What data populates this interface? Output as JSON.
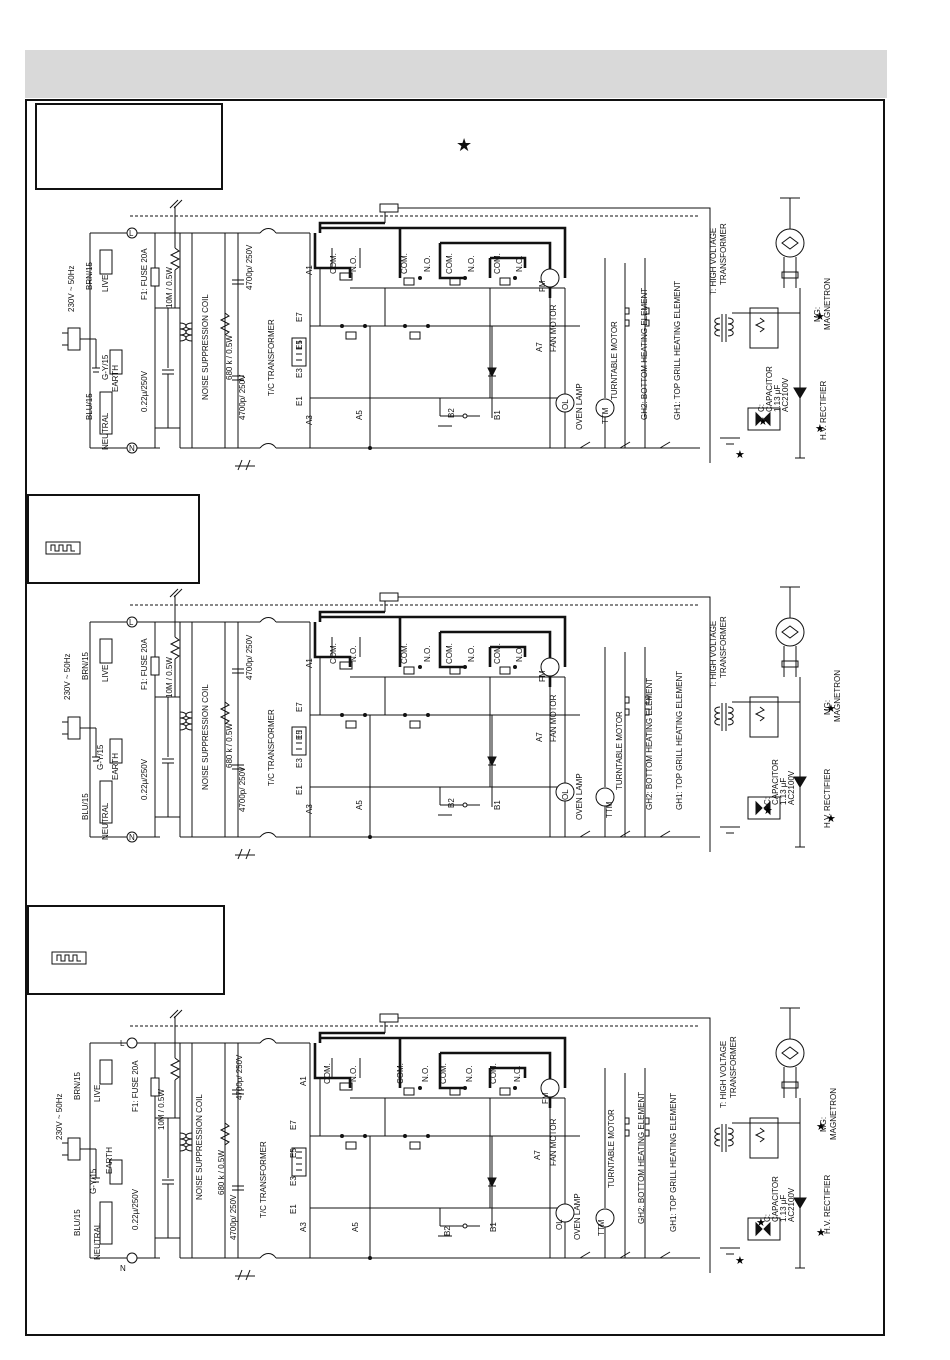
{
  "star_symbol": "★",
  "labels": {
    "supply": "230V ~ 50Hz",
    "brn": "BRN/15",
    "blu": "BLU/15",
    "gy": "G-Y/15",
    "live": "LIVE",
    "neutral": "NEUTRAL",
    "earth": "EARTH",
    "fuse": "F1: FUSE 20A",
    "res10m": "10M / 0.5W",
    "cap022": "0.22μ/250V",
    "noise_coil": "NOISE SUPPRESSION COIL",
    "res680k": "680 k / 0.5W",
    "cap4700a": "4700p/ 250V",
    "cap4700b": "4700p/ 250V",
    "tc": "T/C TRANSFORMER",
    "a1": "A1",
    "a3": "A3",
    "a5": "A5",
    "a7": "A7",
    "e1": "E1",
    "e3": "E3",
    "e5": "E5",
    "e7": "E7",
    "b1": "B1",
    "b2": "B2",
    "com": "COM.",
    "no": "N.O.",
    "fm": "FM",
    "fan_motor": "FAN MOTOR",
    "ol": "OL",
    "oven_lamp": "OVEN  LAMP",
    "tm": "TTM",
    "turntable": "TURNTABLE MOTOR",
    "gh2": "GH2: BOTTOM HEATING ELEMENT",
    "gh1": "GH1: TOP GRILL HEATING ELEMENT",
    "ht": "T: HIGH VOLTAGE",
    "ht2": "TRANSFORMER",
    "mg": "MG:",
    "mg2": "MAGNETRON",
    "cap_c": "C:",
    "cap_c2": "CAPACITOR",
    "cap_c3": "1.13 μF",
    "cap_c4": "AC2100V",
    "hv": "H.V. RECTIFIER",
    "L": "L",
    "N": "N"
  }
}
